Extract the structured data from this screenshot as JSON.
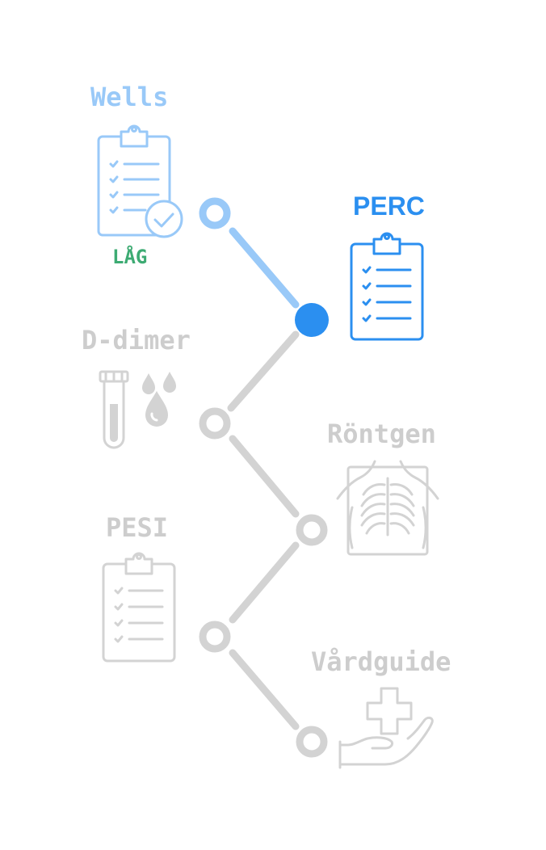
{
  "colors": {
    "done": "#99c9f8",
    "active": "#2b8ff0",
    "pending": "#d3d3d3",
    "pending_text": "#cdcdcd",
    "result_ok": "#3dab73"
  },
  "steps": [
    {
      "id": "wells",
      "label": "Wells",
      "state": "done",
      "icon": "clipboard-check-icon",
      "result": "LÅG"
    },
    {
      "id": "perc",
      "label": "PERC",
      "state": "active",
      "icon": "clipboard-icon"
    },
    {
      "id": "ddimer",
      "label": "D-dimer",
      "state": "pending",
      "icon": "test-tube-drops-icon"
    },
    {
      "id": "rontgen",
      "label": "Röntgen",
      "state": "pending",
      "icon": "chest-xray-icon"
    },
    {
      "id": "pesi",
      "label": "PESI",
      "state": "pending",
      "icon": "clipboard-icon"
    },
    {
      "id": "vardguide",
      "label": "Vårdguide",
      "state": "pending",
      "icon": "hand-cross-icon"
    }
  ]
}
